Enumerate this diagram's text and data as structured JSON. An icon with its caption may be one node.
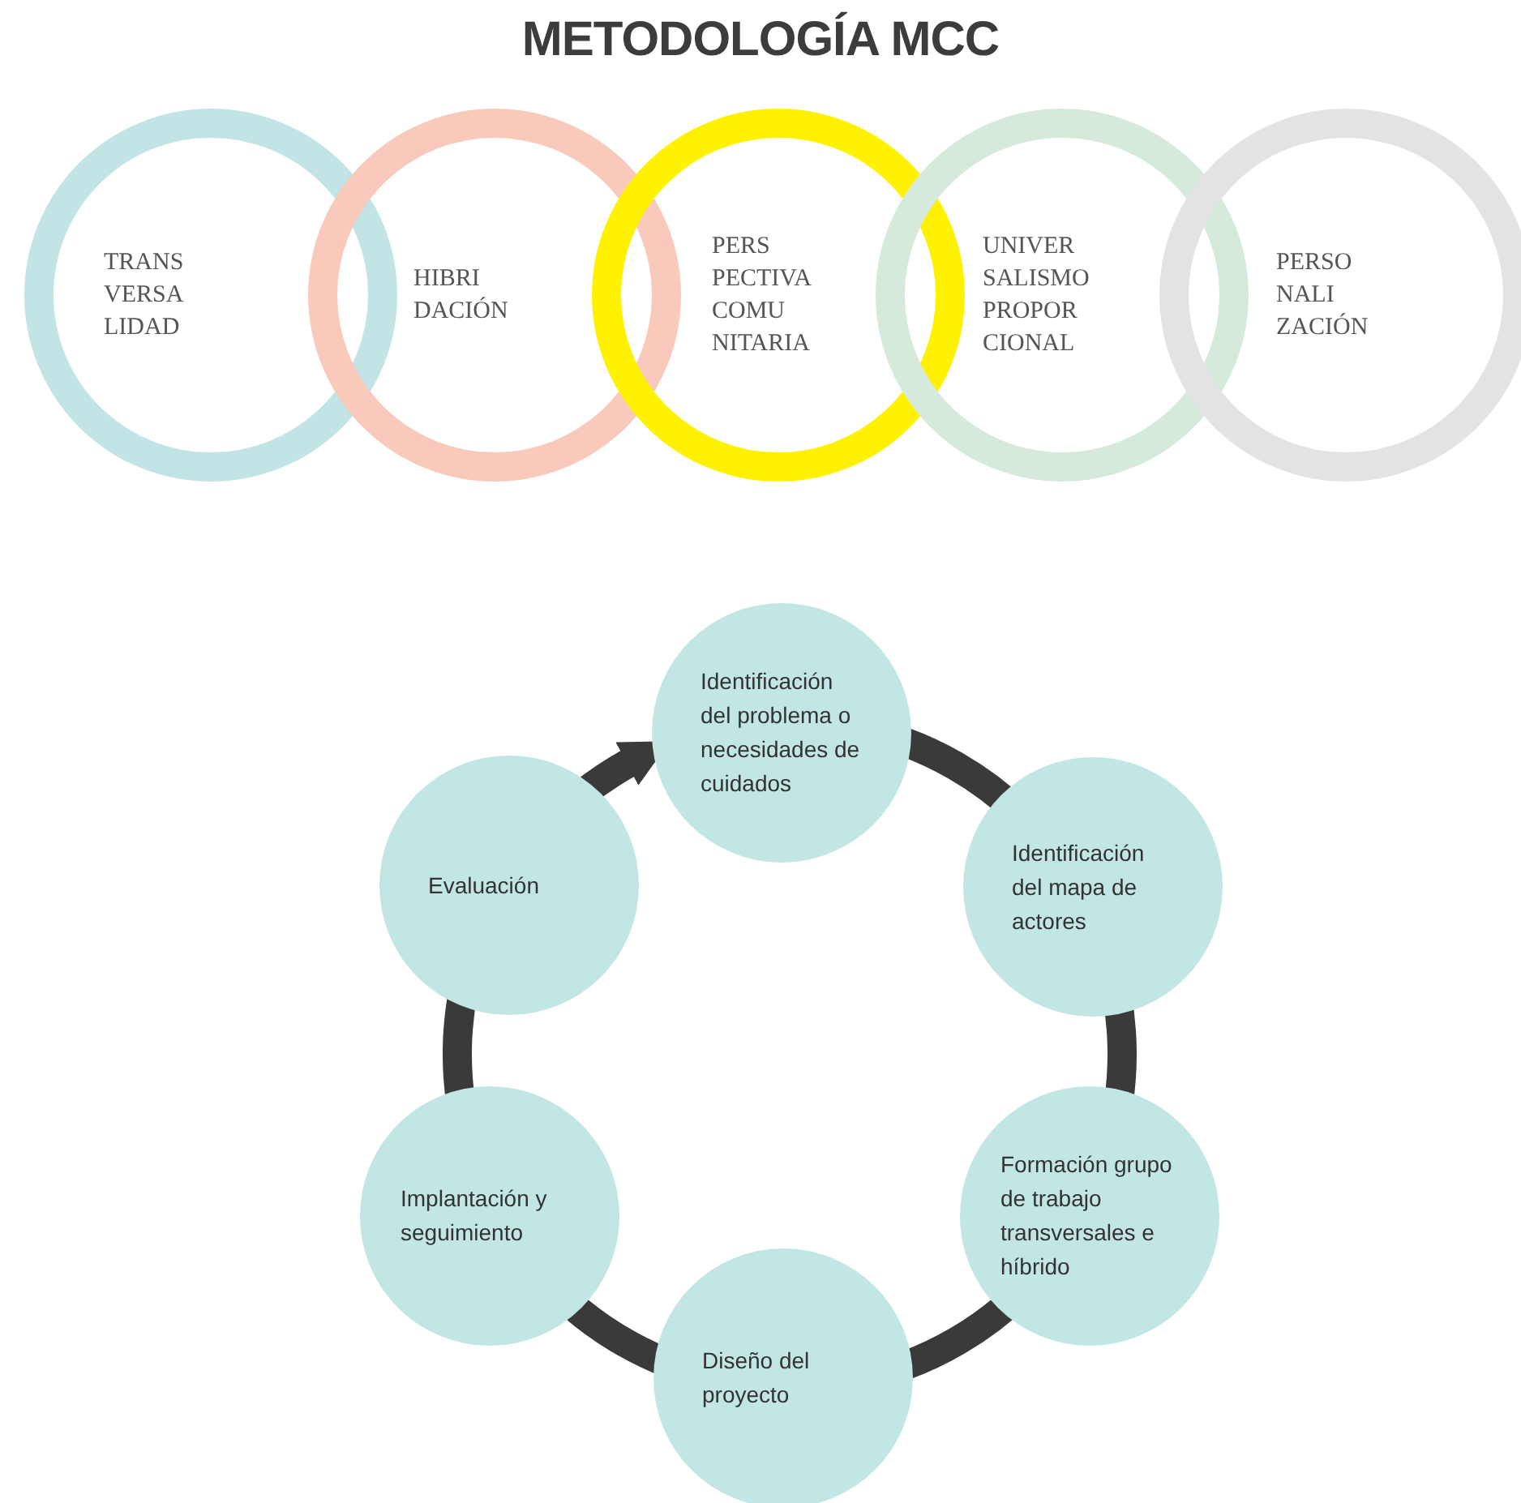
{
  "diagram": {
    "title": "METODOLOGÍA MCC",
    "nodes": [
      {
        "text": [
          "TRANS VERSA LIDAD"
        ]
      },
      {
        "text": [
          "HIBRI DACIÓN"
        ]
      },
      {
        "text": [
          "PERS PECTIVA COMU NITARIA"
        ]
      },
      {
        "text": [
          "UNIVER SALISMO PROPOR CIONAL"
        ]
      },
      {
        "text": [
          "PERSO NALI ZACIÓN"
        ]
      },
      {
        "text": [
          "Identificación del problema o necesidades de cuidados"
        ]
      },
      {
        "text": [
          "Identificación del mapa de actores"
        ]
      },
      {
        "text": [
          "Formación grupo de trabajo transversales e híbrido"
        ]
      },
      {
        "text": [
          "Diseño del proyecto"
        ]
      },
      {
        "text": [
          "Implantación y seguimiento"
        ]
      },
      {
        "text": [
          "Evaluación"
        ]
      }
    ],
    "edges": [
      {
        "from": 5,
        "to": 6,
        "arrow": "none"
      },
      {
        "from": 6,
        "to": 7,
        "arrow": "none"
      },
      {
        "from": 7,
        "to": 8,
        "arrow": "none"
      },
      {
        "from": 8,
        "to": 9,
        "arrow": "none"
      },
      {
        "from": 9,
        "to": 10,
        "arrow": "none"
      },
      {
        "from": 10,
        "to": 5,
        "arrow": "to"
      }
    ]
  }
}
